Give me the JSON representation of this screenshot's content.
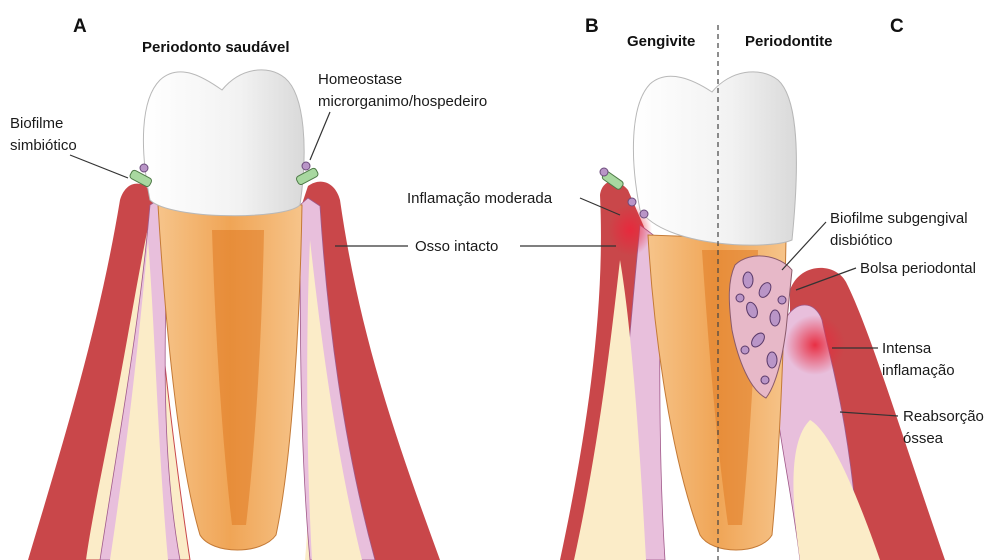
{
  "panels": {
    "a": {
      "letter": "A",
      "title": "Periodonto saudável"
    },
    "b": {
      "letter": "B",
      "title": "Gengivite"
    },
    "c": {
      "letter": "C",
      "title": "Periodontite"
    }
  },
  "labels": {
    "biofilme_simbiotico": [
      "Biofilme",
      "simbiótico"
    ],
    "homeostase": [
      "Homeostase",
      "microrganimo/hospedeiro"
    ],
    "inflamacao_moderada": "Inflamação moderada",
    "osso_intacto": "Osso intacto",
    "biofilme_disbiotico": [
      "Biofilme subgengival",
      "disbiótico"
    ],
    "bolsa_periodontal": "Bolsa periodontal",
    "intensa_inflamacao": [
      "Intensa",
      "inflamação"
    ],
    "reabsorcao_ossea": [
      "Reabsorção",
      "óssea"
    ]
  },
  "colors": {
    "enamel": "#eeeeee",
    "dentin": "#f1a95c",
    "pulp": "#e07a22",
    "gingiva": "#c9474a",
    "ligament": "#e8bfdc",
    "bone": "#fbecc8",
    "marrow": "#e7a8d4",
    "inflammation": "#e23b4a",
    "biofilm_green": "#a8d8a0",
    "bacteria": "#b995c7"
  }
}
